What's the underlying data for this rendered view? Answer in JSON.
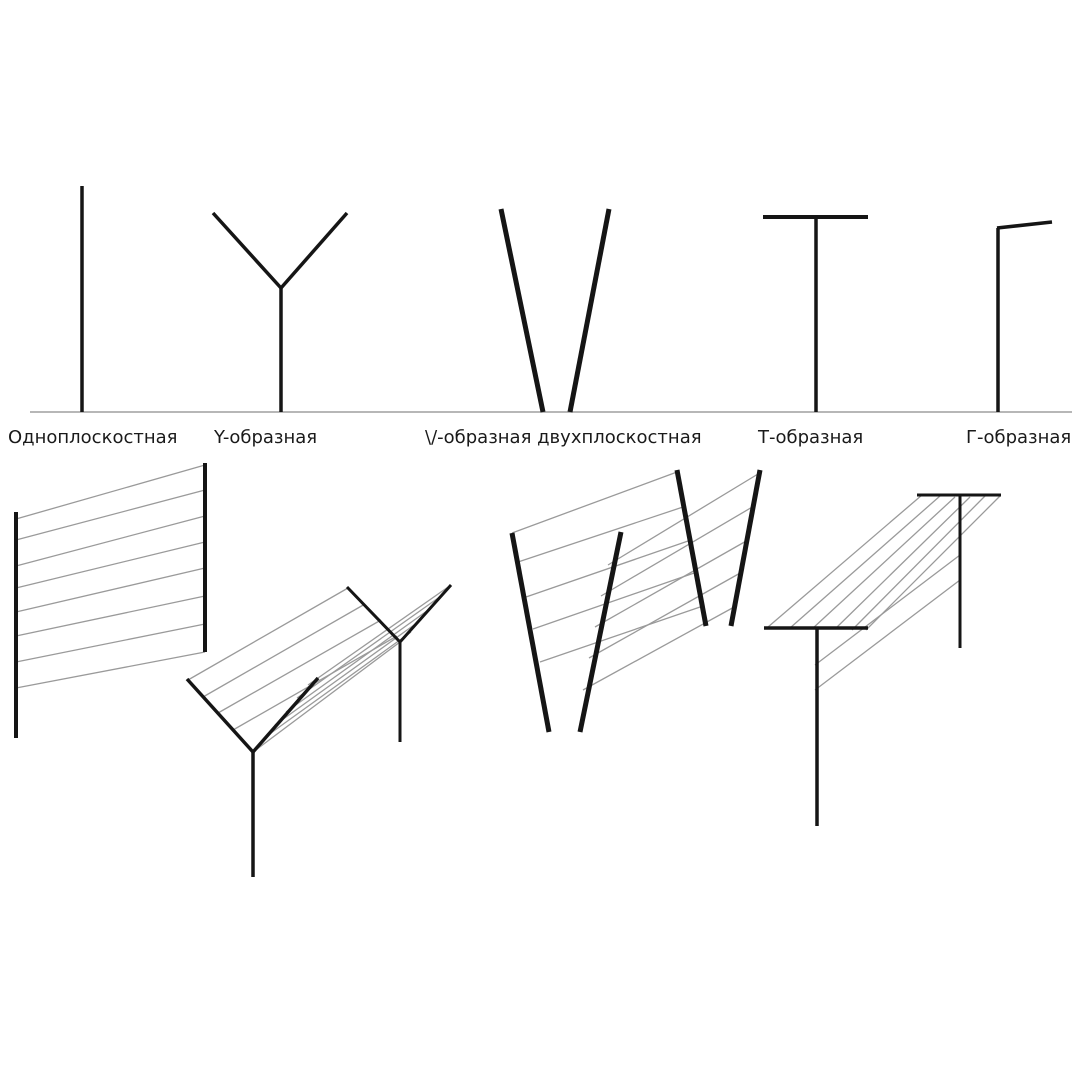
{
  "labels": {
    "single_plane": "Одноплоскостная",
    "y_shaped": "Y-образная",
    "v_shaped": "\\/-образная двухплоскостная",
    "t_shaped": "Т-образная",
    "g_shaped": "Г-образная"
  },
  "colors": {
    "post": "#151515",
    "wire": "#9a9a9a",
    "ground": "#8c8c8c",
    "background": "#ffffff"
  }
}
